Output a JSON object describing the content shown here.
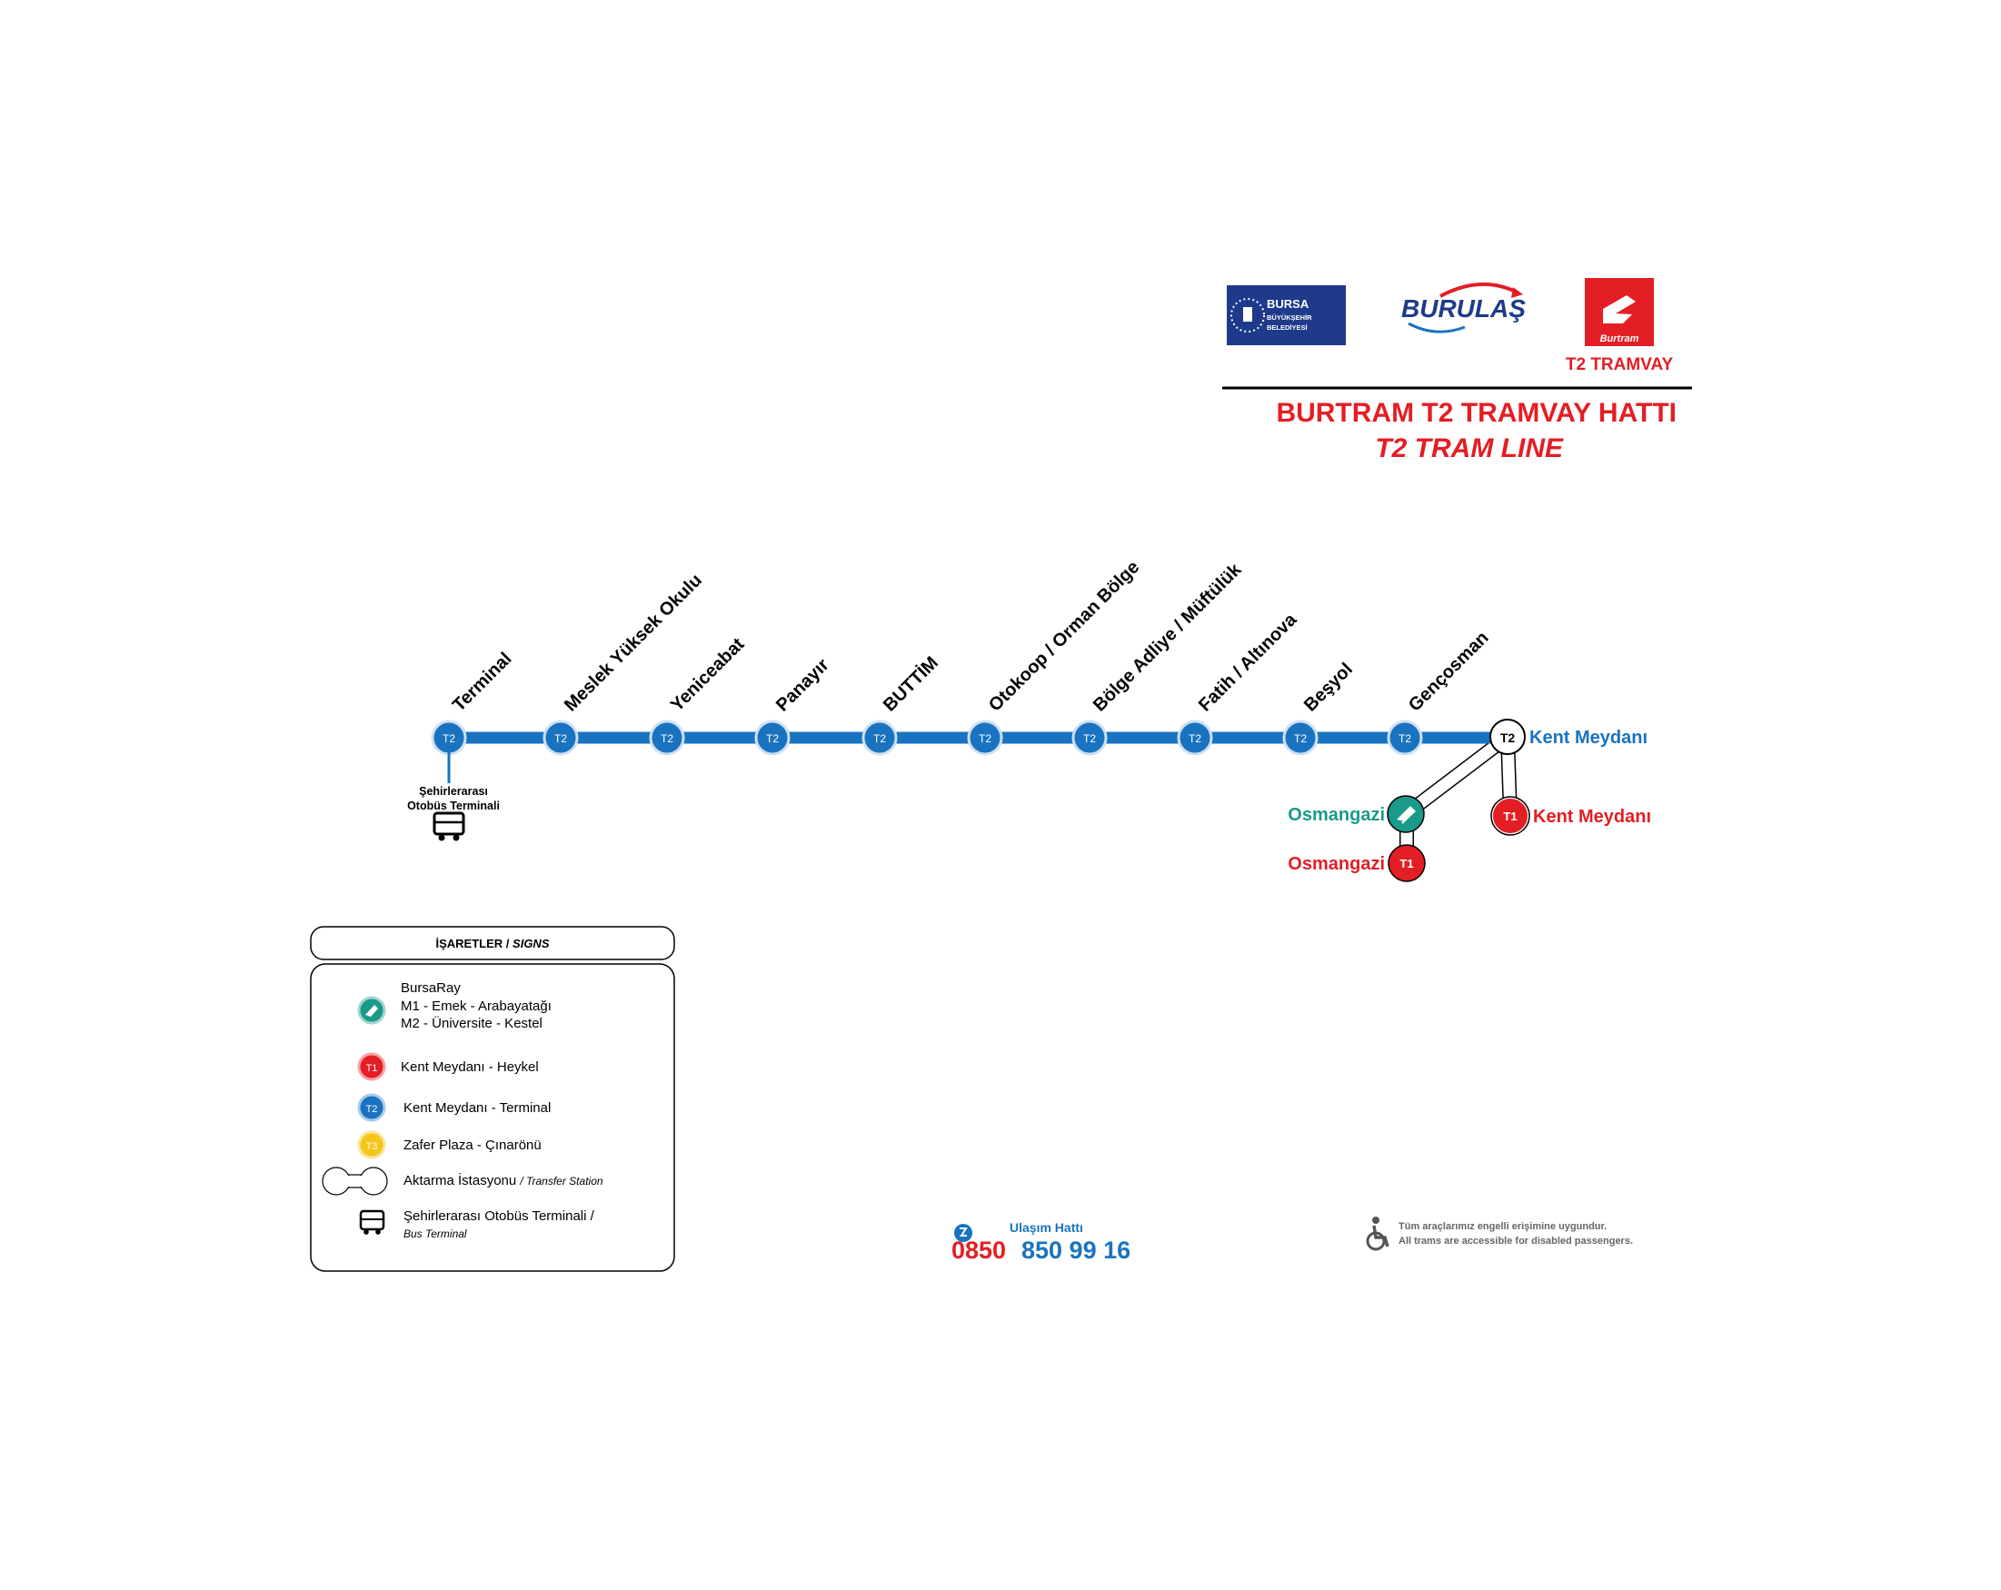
{
  "logos": {
    "bursa_line1": "BURSA",
    "bursa_line2": "BÜYÜKŞEHİR",
    "bursa_line3": "BELEDİYESİ",
    "burulas": "BURULAŞ",
    "burtram": "Burtram",
    "t2_tramvay": "T2 TRAMVAY"
  },
  "title": {
    "tr": "BURTRAM T2 TRAMVAY HATTI",
    "en": "T2 TRAM LINE"
  },
  "colors": {
    "t2_blue": "#1a73c0",
    "t1_red": "#e31e24",
    "t3_yellow": "#f5c518",
    "bursaray_teal": "#1a9a8a",
    "title_red": "#e31e24"
  },
  "line": {
    "code": "T2",
    "stations": [
      {
        "name": "Terminal"
      },
      {
        "name": "Meslek Yüksek Okulu"
      },
      {
        "name": "Yeniceabat"
      },
      {
        "name": "Panayır"
      },
      {
        "name": "BUTTİM"
      },
      {
        "name": "Otokoop / Orman Bölge"
      },
      {
        "name": "Bölge Adliye / Müftülük"
      },
      {
        "name": "Fatih / Altınova"
      },
      {
        "name": "Beşyol"
      },
      {
        "name": "Gençosman"
      }
    ],
    "terminus": {
      "code": "T2",
      "name": "Kent Meydanı"
    },
    "bus_terminal_line1": "Şehirlerarası",
    "bus_terminal_line2": "Otobüs Terminali"
  },
  "transfers": {
    "osmangazi_bursaray": "Osmangazi",
    "osmangazi_t1": "Osmangazi",
    "kent_meydani_t1": "Kent Meydanı",
    "t1_code": "T1"
  },
  "legend": {
    "header_tr": "İŞARETLER /",
    "header_en": "SIGNS",
    "bursaray_title": "BursaRay",
    "bursaray_m1": "M1 - Emek - Arabayatağı",
    "bursaray_m2": "M2 - Üniversite - Kestel",
    "t1_code": "T1",
    "t1_label": "Kent Meydanı - Heykel",
    "t2_code": "T2",
    "t2_label": "Kent Meydanı - Terminal",
    "t3_code": "T3",
    "t3_label": "Zafer Plaza - Çınarönü",
    "transfer_tr": "Aktarma İstasyonu",
    "transfer_en": "/ Transfer Station",
    "bus_tr": "Şehirlerarası Otobüs Terminali /",
    "bus_en": "Bus Terminal"
  },
  "hotline": {
    "label": "Ulaşım Hattı",
    "prefix": "0850",
    "number": "850 99 16"
  },
  "accessibility": {
    "tr": "Tüm araçlarımız engelli erişimine uygundur.",
    "en": "All trams are accessible for disabled passengers."
  }
}
